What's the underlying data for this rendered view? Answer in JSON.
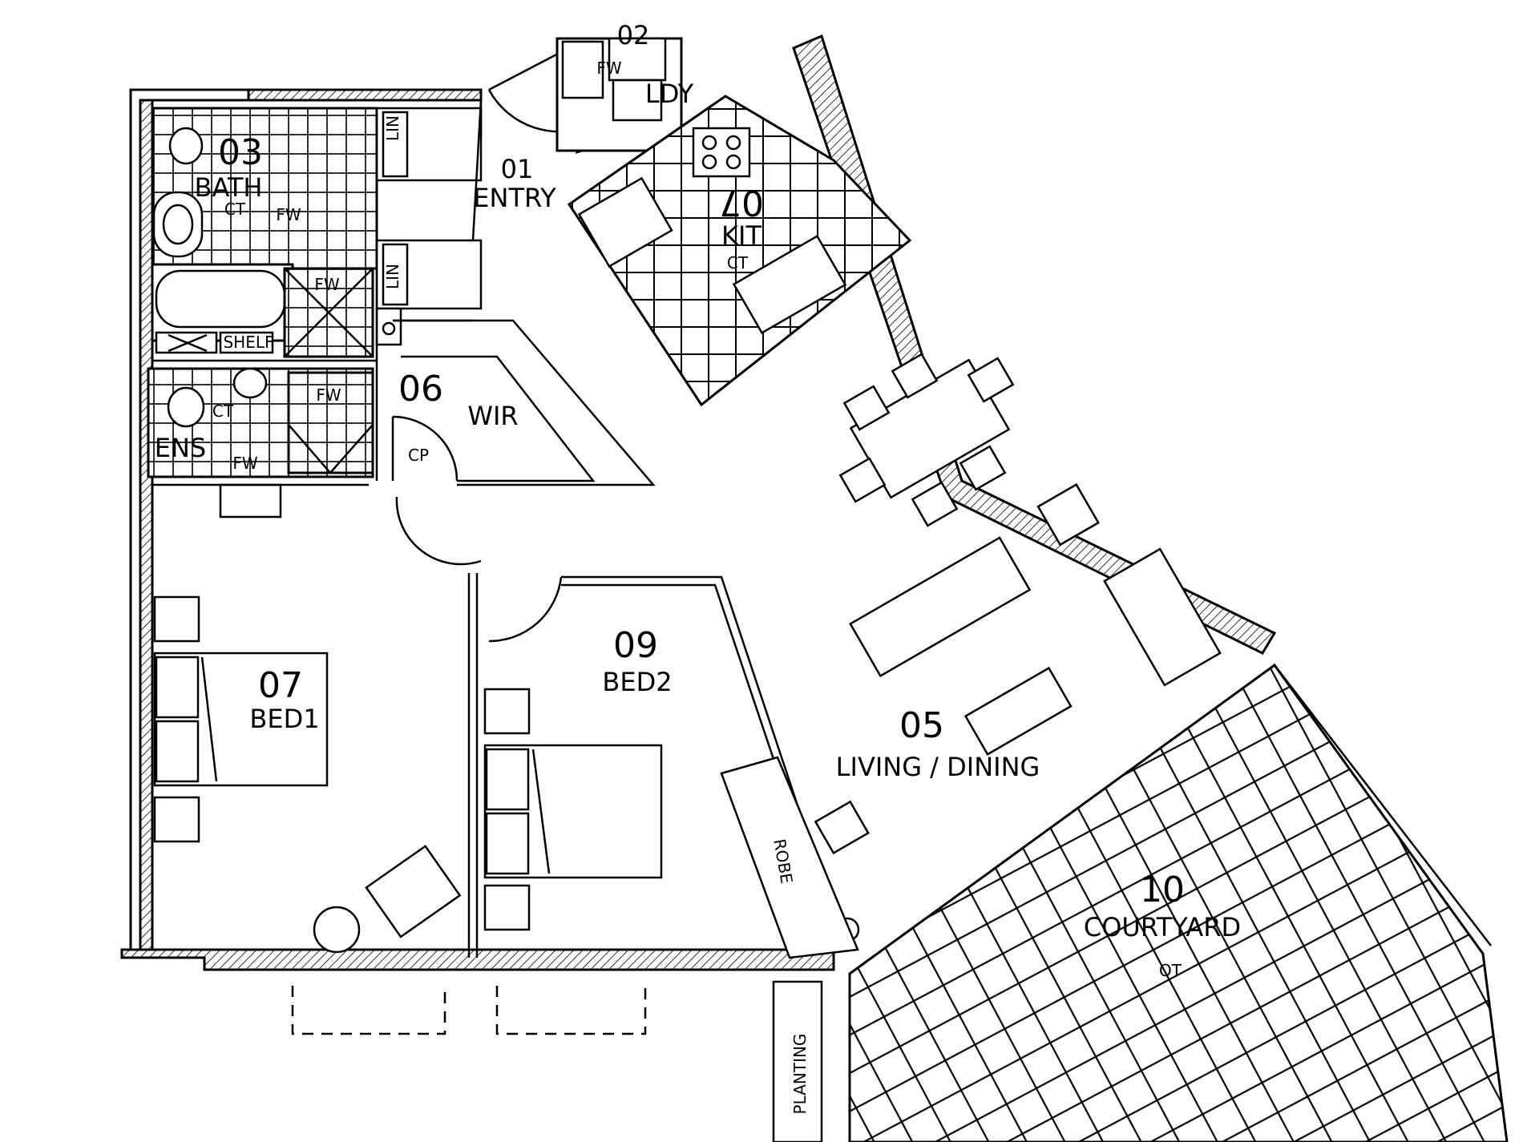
{
  "plan": {
    "rooms": {
      "entry": {
        "number": "01",
        "name": "ENTRY"
      },
      "laundry": {
        "number": "02",
        "name": "LDY"
      },
      "bath": {
        "number": "03",
        "name": "BATH"
      },
      "ensuite": {
        "number": "",
        "name": "ENS"
      },
      "living": {
        "number": "05",
        "name": "LIVING / DINING"
      },
      "wir": {
        "number": "06",
        "name": "WIR"
      },
      "bed1": {
        "number": "07",
        "name": "BED1"
      },
      "kitchen": {
        "number": "07",
        "name": "KIT"
      },
      "bed2": {
        "number": "09",
        "name": "BED2"
      },
      "courtyard": {
        "number": "10",
        "name": "COURTYARD"
      }
    },
    "annotations": {
      "lin": "LIN",
      "shelf": "SHELF",
      "cp": "CP",
      "robe": "ROBE",
      "planting": "PLANTING",
      "ct": "CT",
      "fw": "FW",
      "ot": "OT"
    },
    "colors": {
      "line": "#000000",
      "background": "#ffffff"
    }
  }
}
